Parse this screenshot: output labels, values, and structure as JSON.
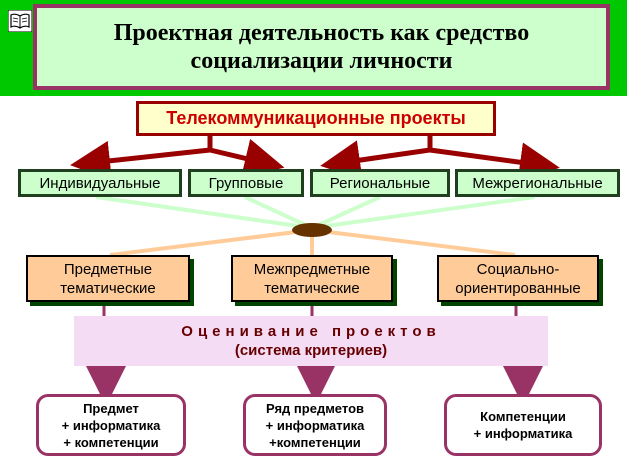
{
  "title": {
    "line1": "Проектная деятельность как средство",
    "line2": "социализации личности"
  },
  "telecom": "Телекоммуникационные проекты",
  "categories": [
    "Индивидуальные",
    "Групповые",
    "Региональные",
    "Межрегиональные"
  ],
  "subject_types": [
    {
      "line1": "Предметные",
      "line2": "тематические"
    },
    {
      "line1": "Межпредметные",
      "line2": "тематические"
    },
    {
      "line1": "Социально-",
      "line2": "ориентированные"
    }
  ],
  "evaluation": {
    "title": "Оценивание проектов",
    "subtitle": "(система критериев)"
  },
  "outcomes": [
    {
      "line1": "Предмет",
      "line2": "+ информатика",
      "line3": "+ компетенции"
    },
    {
      "line1": "Ряд предметов",
      "line2": "+ информатика",
      "line3": "+компетенции"
    },
    {
      "line1": "Компетенции",
      "line2": "+ информатика"
    }
  ],
  "icons": {
    "corner": "book-icon"
  },
  "colors": {
    "header_band": "#00c800",
    "title_fill": "#ccffcc",
    "title_border": "#993366",
    "telecom_text": "#cc0000",
    "arrow_dark": "#990000",
    "category_fill": "#ccffcc",
    "subject_fill": "#ffcc99",
    "evaluation_fill": "#f5dcf5",
    "hub": "#663300"
  }
}
